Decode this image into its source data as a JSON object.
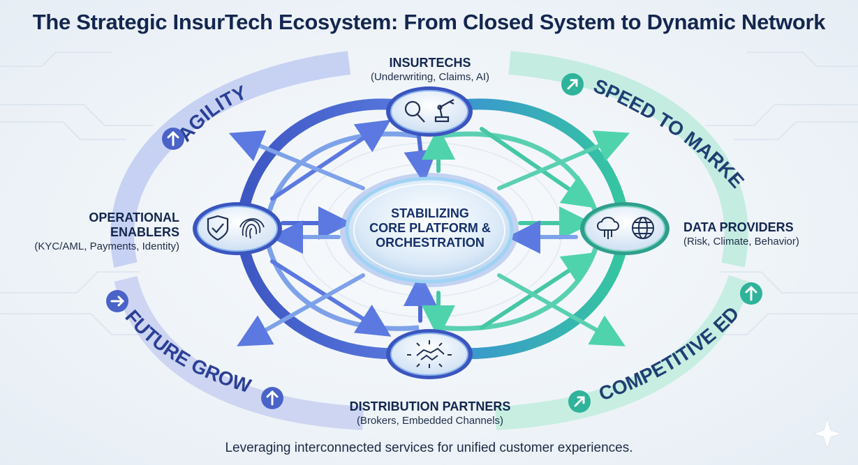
{
  "title": "The Strategic InsurTech Ecosystem: From Closed System to Dynamic Network",
  "core": {
    "line1": "STABILIZING",
    "line2": "CORE PLATFORM &",
    "line3": "ORCHESTRATION"
  },
  "nodes": {
    "insurtechs": {
      "name": "INSURTECHS",
      "detail": "(Underwriting, Claims, AI)",
      "icons": [
        "magnifier-icon",
        "robot-arm-icon"
      ]
    },
    "operational": {
      "name_line1": "OPERATIONAL",
      "name_line2": "ENABLERS",
      "detail": "(KYC/AML, Payments, Identity)",
      "icons": [
        "shield-check-icon",
        "fingerprint-icon"
      ]
    },
    "data": {
      "name": "DATA PROVIDERS",
      "detail": "(Risk, Climate, Behavior)",
      "icons": [
        "cloud-network-icon",
        "globe-icon"
      ]
    },
    "distribution": {
      "name": "DISTRIBUTION PARTNERS",
      "detail": "(Brokers, Embedded Channels)",
      "icons": [
        "handshake-icon"
      ]
    }
  },
  "benefits": {
    "agility": "AGILITY",
    "speed": "SPEED TO MARKET",
    "growth": "FUTURE GROWTH",
    "edge": "COMPETITIVE EDGE"
  },
  "footer": "Leveraging interconnected services for unified customer experiences.",
  "colors": {
    "title": "#13264f",
    "blue_accent": "#4a63c9",
    "teal_accent": "#2fb39a",
    "core_border": "#9fd3f5"
  }
}
